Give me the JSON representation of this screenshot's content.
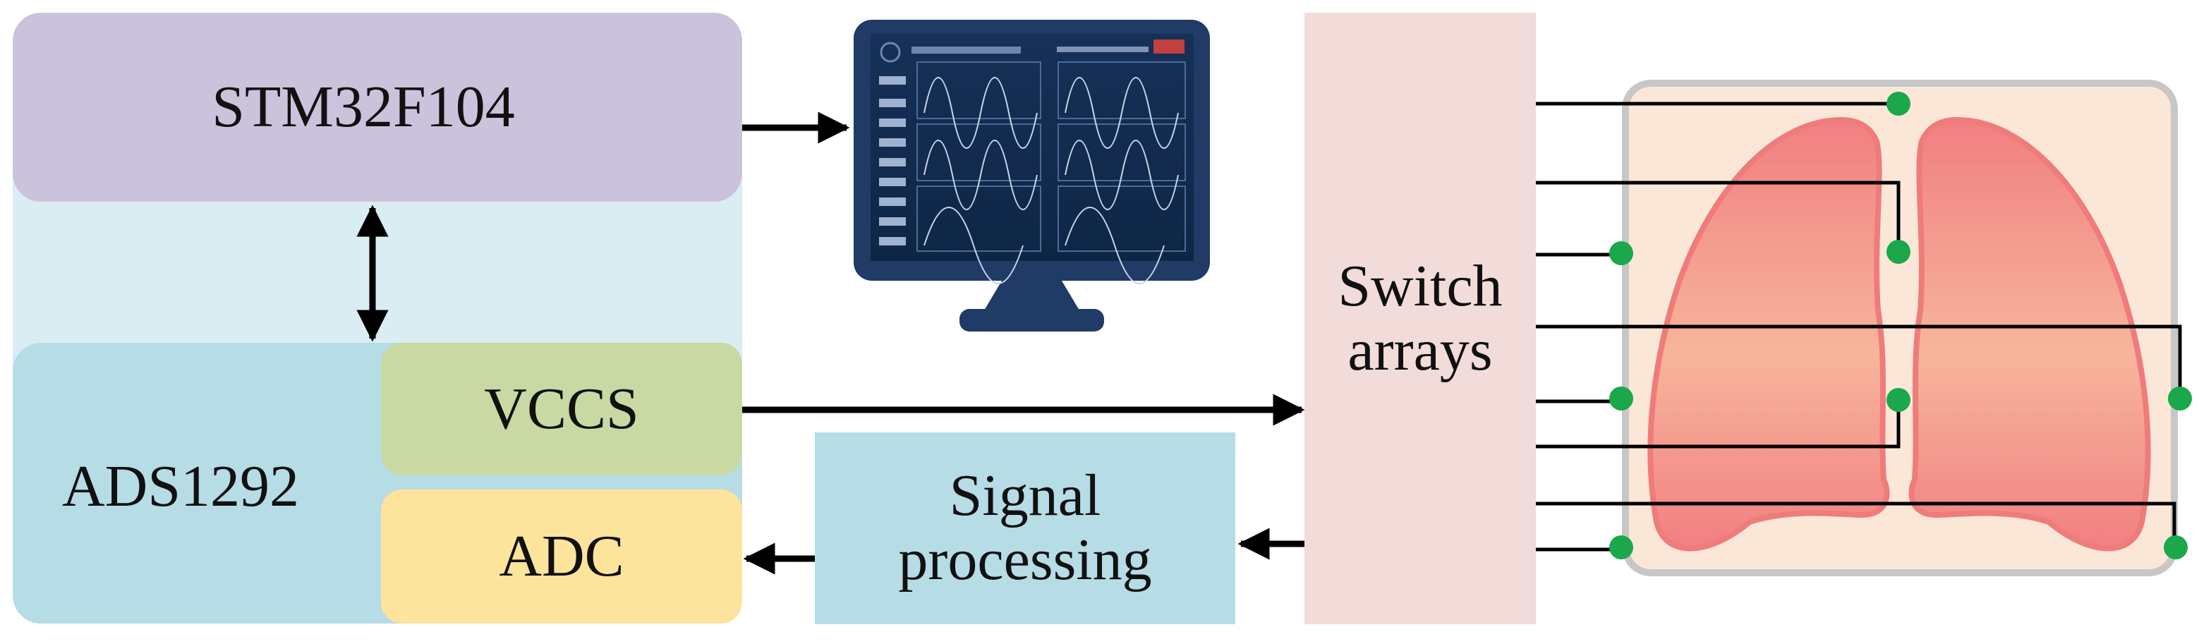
{
  "blocks": {
    "mcu": "STM32F104",
    "afe": "ADS1292",
    "vccs": "VCCS",
    "adc": "ADC",
    "signal_processing_1": "Signal",
    "signal_processing_2": "processing",
    "switch_1": "Switch",
    "switch_2": "arrays"
  },
  "colors": {
    "container": "#d9edf3",
    "mcu": "#cbc3dc",
    "afe": "#b6dce6",
    "vccs": "#c8d9a3",
    "adc": "#fde49d",
    "signal": "#b6dce6",
    "switch": "#f1dcd9",
    "thorax": "#fbe7d8",
    "lung": "#f08a87",
    "electrode": "#1aa84a",
    "monitor": "#1f3b66"
  },
  "icons": [
    "monitor-icon",
    "lungs-icon",
    "electrode-icon"
  ]
}
